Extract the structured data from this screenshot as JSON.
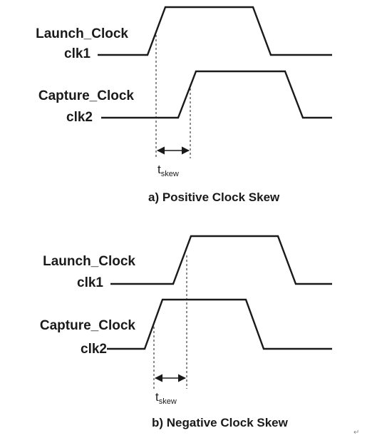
{
  "panel_a": {
    "launch_name": "Launch_Clock",
    "launch_signal": "clk1",
    "capture_name": "Capture_Clock",
    "capture_signal": "clk2",
    "skew_t": "t",
    "skew_sub": "skew",
    "caption": "a)  Positive Clock Skew"
  },
  "panel_b": {
    "launch_name": "Launch_Clock",
    "launch_signal": "clk1",
    "capture_name": "Capture_Clock",
    "capture_signal": "clk2",
    "skew_t": "t",
    "skew_sub": "skew",
    "caption": "b)  Negative Clock Skew"
  },
  "corner_mark": "↵",
  "colors": {
    "line": "#1a1a1a",
    "background": "#ffffff"
  }
}
